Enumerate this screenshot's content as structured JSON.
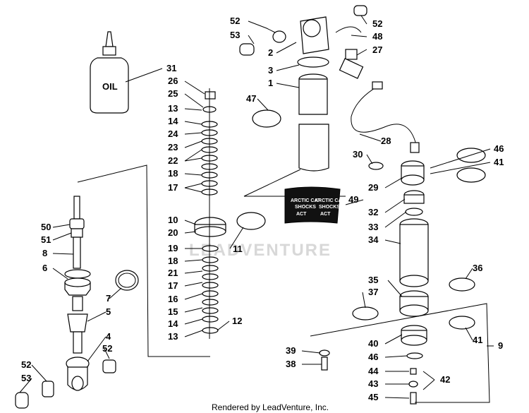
{
  "oil_label": "OIL",
  "decal": {
    "left_line1": "ARCTIC CAT",
    "left_line2": "SHOCKS",
    "left_logo": "ACT",
    "right_line1": "ARCTIC CAT",
    "right_line2": "SHOCKS",
    "right_logo": "ACT"
  },
  "watermark": "LEADVENTURE",
  "footer": "Rendered by LeadVenture, Inc.",
  "callouts": [
    "52",
    "53",
    "2",
    "3",
    "1",
    "47",
    "52",
    "48",
    "27",
    "28",
    "46",
    "30",
    "41",
    "29",
    "49",
    "32",
    "33",
    "34",
    "36",
    "35",
    "37",
    "40",
    "41",
    "9",
    "39",
    "38",
    "46",
    "44",
    "43",
    "42",
    "45",
    "31",
    "26",
    "25",
    "13",
    "14",
    "24",
    "23",
    "22",
    "18",
    "17",
    "10",
    "20",
    "11",
    "19",
    "18",
    "21",
    "17",
    "16",
    "15",
    "14",
    "13",
    "12",
    "50",
    "51",
    "8",
    "6",
    "7",
    "5",
    "4",
    "52",
    "52",
    "53"
  ]
}
